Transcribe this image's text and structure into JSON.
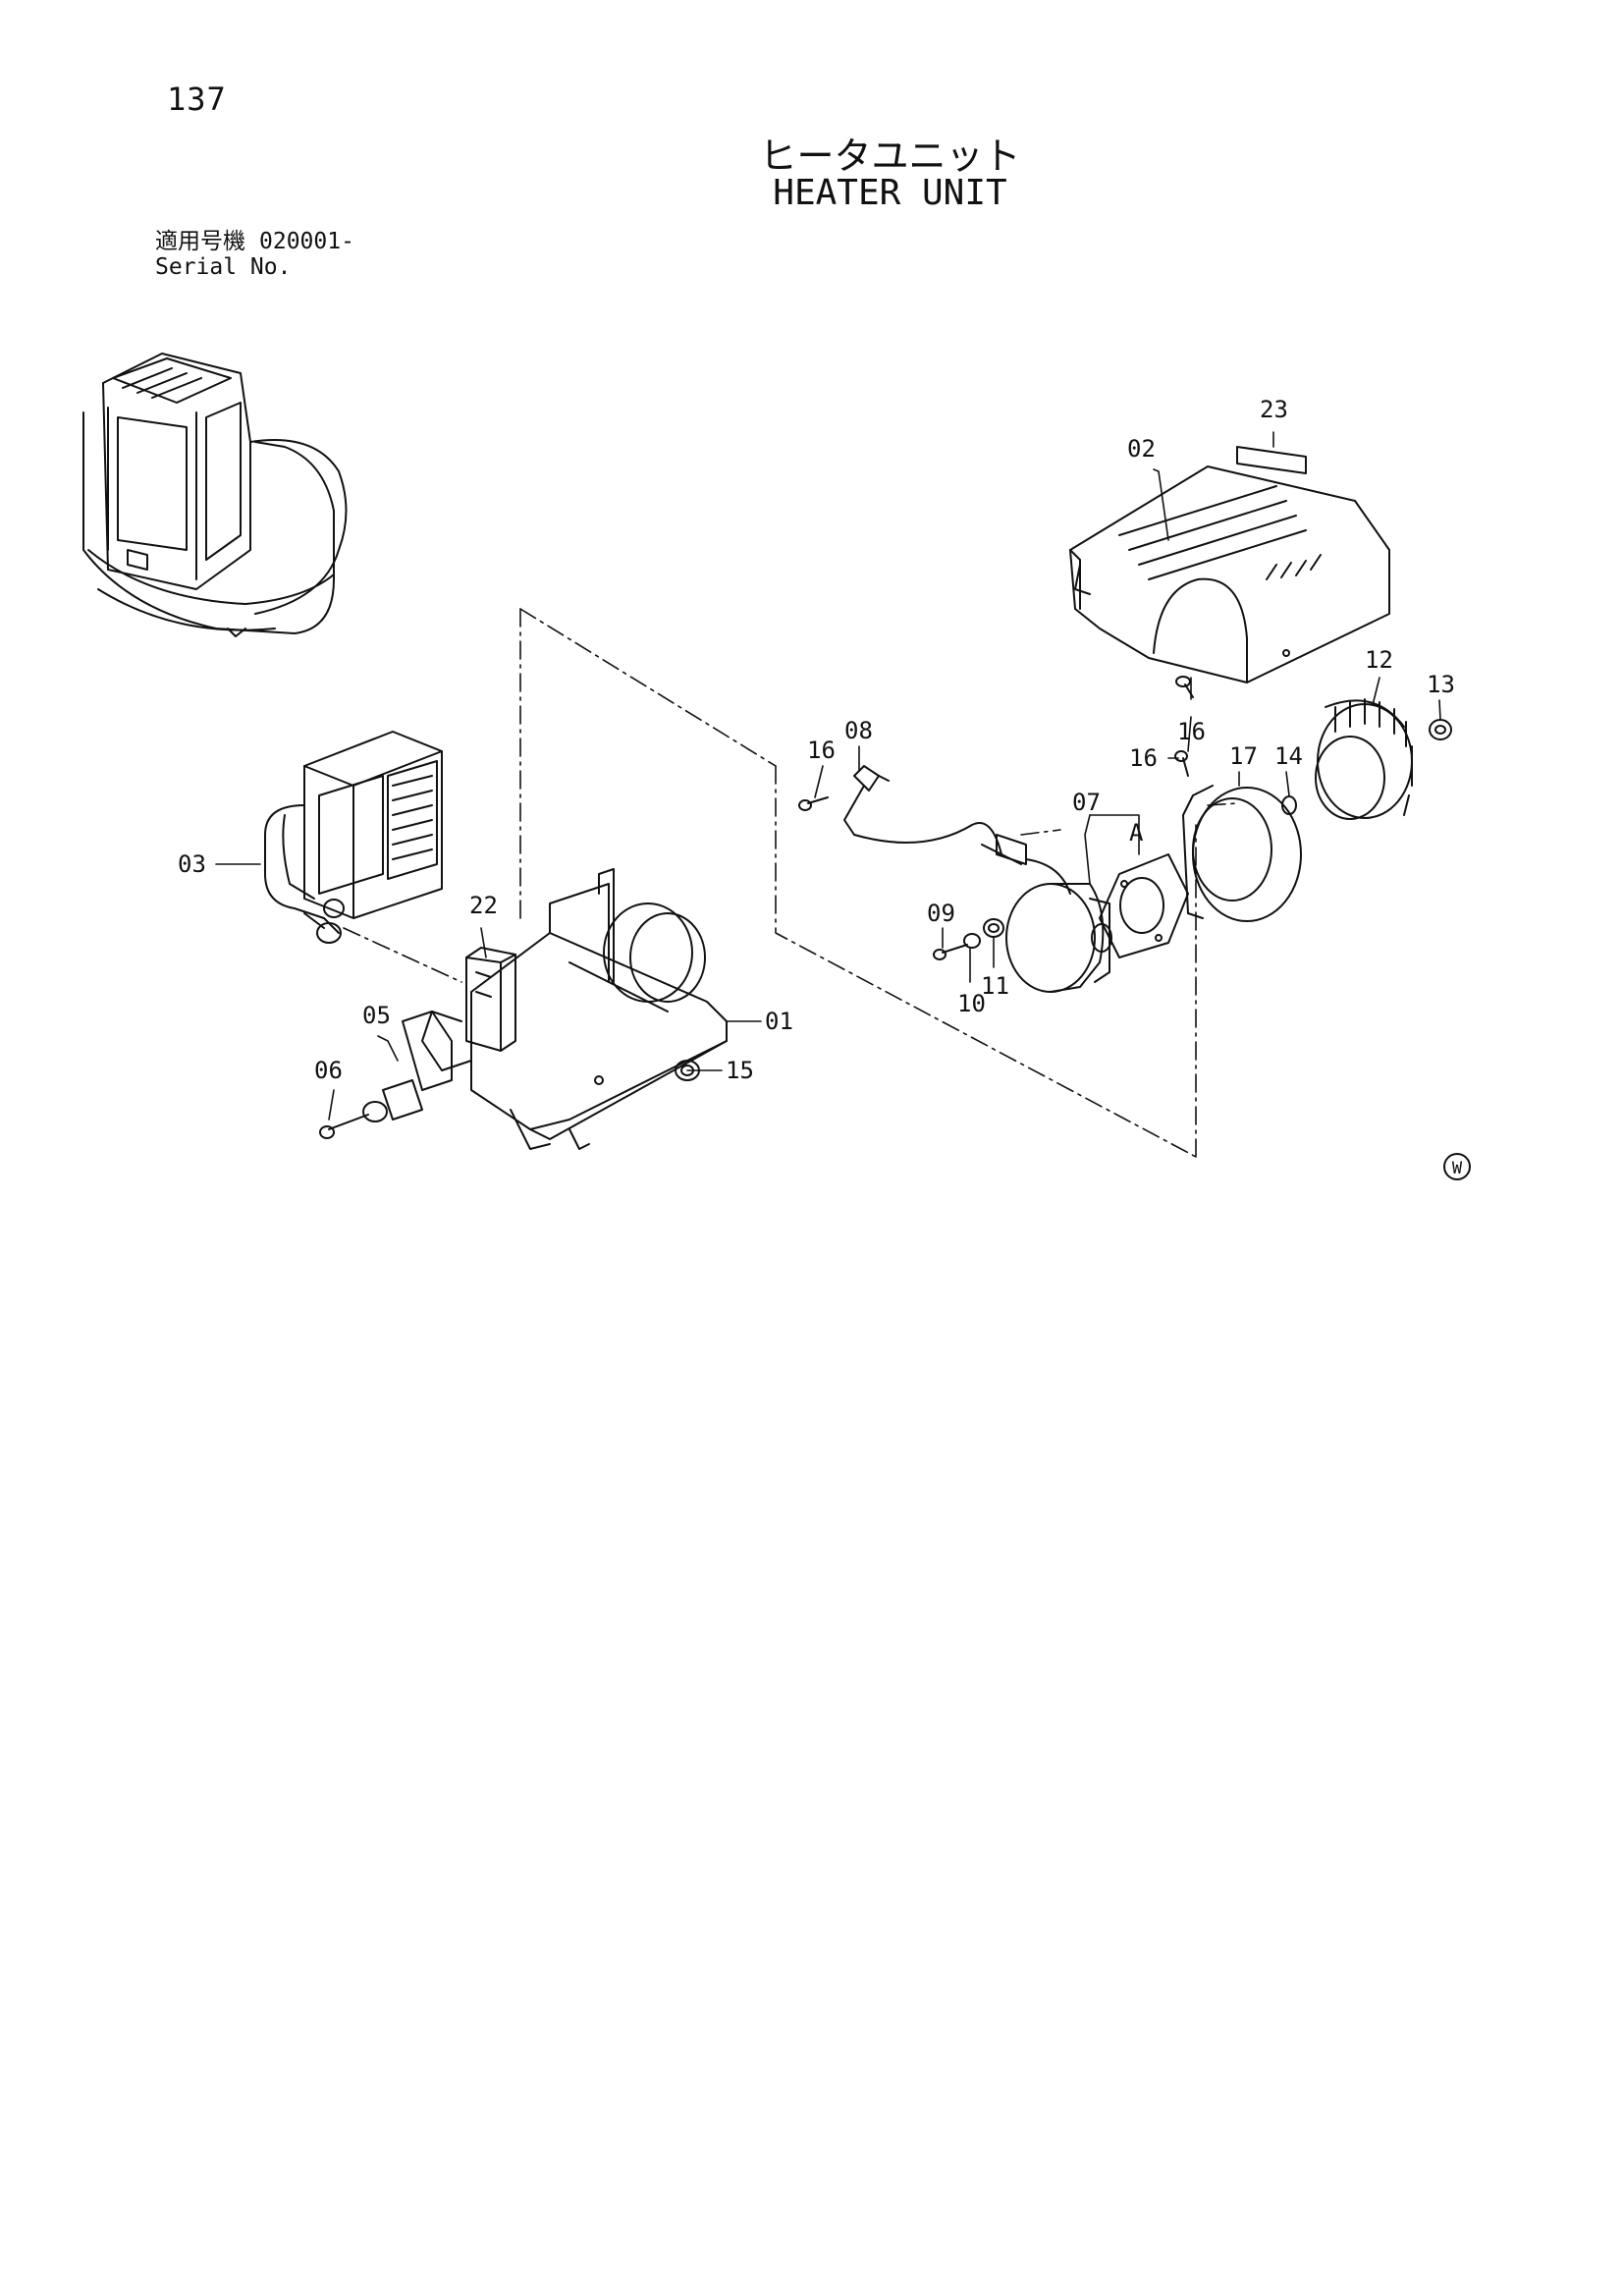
{
  "header": {
    "page_number": "137",
    "title_jp": "ヒータユニット",
    "title_en": "HEATER UNIT",
    "serial_label_jp": "適用号機",
    "serial_value": "020001-",
    "serial_label_en": "Serial No."
  },
  "callouts": {
    "c01": "01",
    "c02": "02",
    "c03": "03",
    "c05": "05",
    "c06": "06",
    "c07": "07",
    "c08": "08",
    "c09": "09",
    "c10": "10",
    "c11": "11",
    "c12": "12",
    "c13": "13",
    "c14": "14",
    "c15": "15",
    "c16a": "16",
    "c16b": "16",
    "c16c": "16",
    "c17": "17",
    "c22": "22",
    "c23": "23",
    "cA": "A"
  },
  "watermark": "W"
}
